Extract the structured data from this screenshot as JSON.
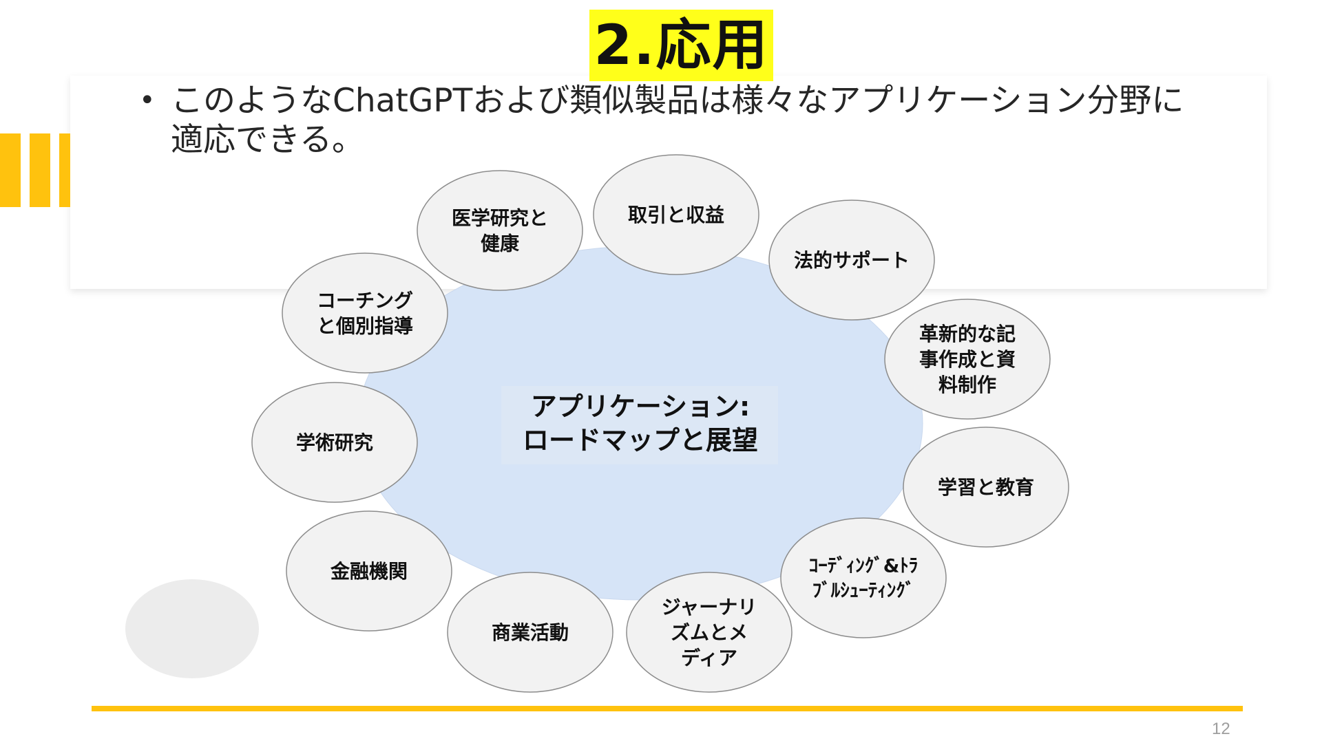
{
  "slide": {
    "title": "2.応用",
    "bullet": "このようなChatGPTおよび類似製品は様々なアプリケーション分野に適応できる。",
    "page_number": "12"
  },
  "diagram": {
    "center_line1": "アプリケーション:",
    "center_line2": "ロードマップと展望",
    "nodes": [
      {
        "lines": [
          "医学研究と",
          "健康"
        ]
      },
      {
        "lines": [
          "取引と収益"
        ]
      },
      {
        "lines": [
          "法的サポート"
        ]
      },
      {
        "lines": [
          "革新的な記",
          "事作成と資",
          "料制作"
        ]
      },
      {
        "lines": [
          "学習と教育"
        ]
      },
      {
        "lines": [
          "ｺｰﾃﾞｨﾝｸﾞ&ﾄﾗ",
          "ﾌﾞﾙｼｭｰﾃｨﾝｸﾞ"
        ]
      },
      {
        "lines": [
          "ジャーナリ",
          "ズムとメ",
          "ディア"
        ]
      },
      {
        "lines": [
          "商業活動"
        ]
      },
      {
        "lines": [
          "金融機関"
        ]
      },
      {
        "lines": [
          "学術研究"
        ]
      },
      {
        "lines": [
          "コーチング",
          "と個別指導"
        ]
      }
    ]
  },
  "colors": {
    "accent_yellow": "#ffc20e",
    "title_highlight": "#ffff1a",
    "center_fill": "#d6e4f7",
    "node_fill": "#f2f2f2",
    "node_stroke": "#8c8c8c"
  }
}
